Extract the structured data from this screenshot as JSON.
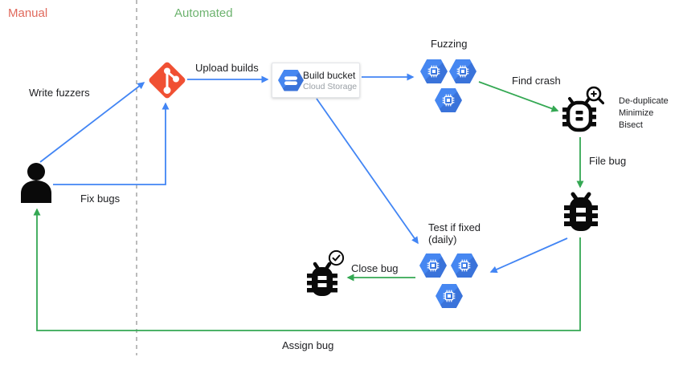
{
  "header": {
    "manual_label": "Manual",
    "automated_label": "Automated"
  },
  "nodes": {
    "developer": {
      "icon": "person"
    },
    "git_repo": {
      "icon": "git"
    },
    "build_bucket": {
      "title": "Build bucket",
      "subtitle": "Cloud Storage"
    },
    "fuzzing_cluster": {
      "label": "Fuzzing"
    },
    "triage": {
      "lines": [
        "De-duplicate",
        "Minimize",
        "Bisect"
      ]
    },
    "test_cluster": {
      "label_line1": "Test if fixed",
      "label_line2": "(daily)"
    }
  },
  "edges": {
    "write_fuzzers": "Write fuzzers",
    "upload_builds": "Upload builds",
    "find_crash": "Find crash",
    "file_bug": "File bug",
    "fix_bugs": "Fix bugs",
    "close_bug": "Close bug",
    "assign_bug": "Assign bug"
  },
  "colors": {
    "manual_text": "#e0695c",
    "automated_text": "#6db36f",
    "arrow_blue": "#4285f4",
    "arrow_green": "#34a853",
    "hexagon_blue": "#4285f4",
    "git_red": "#f05033",
    "divider_gray": "#9e9e9e"
  }
}
